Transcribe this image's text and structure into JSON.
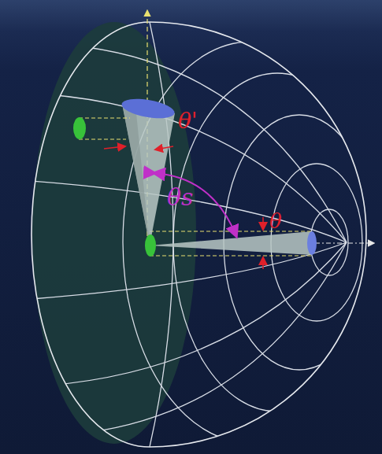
{
  "diagram": {
    "labels": [
      "θ'",
      "θs",
      "θ"
    ]
  }
}
